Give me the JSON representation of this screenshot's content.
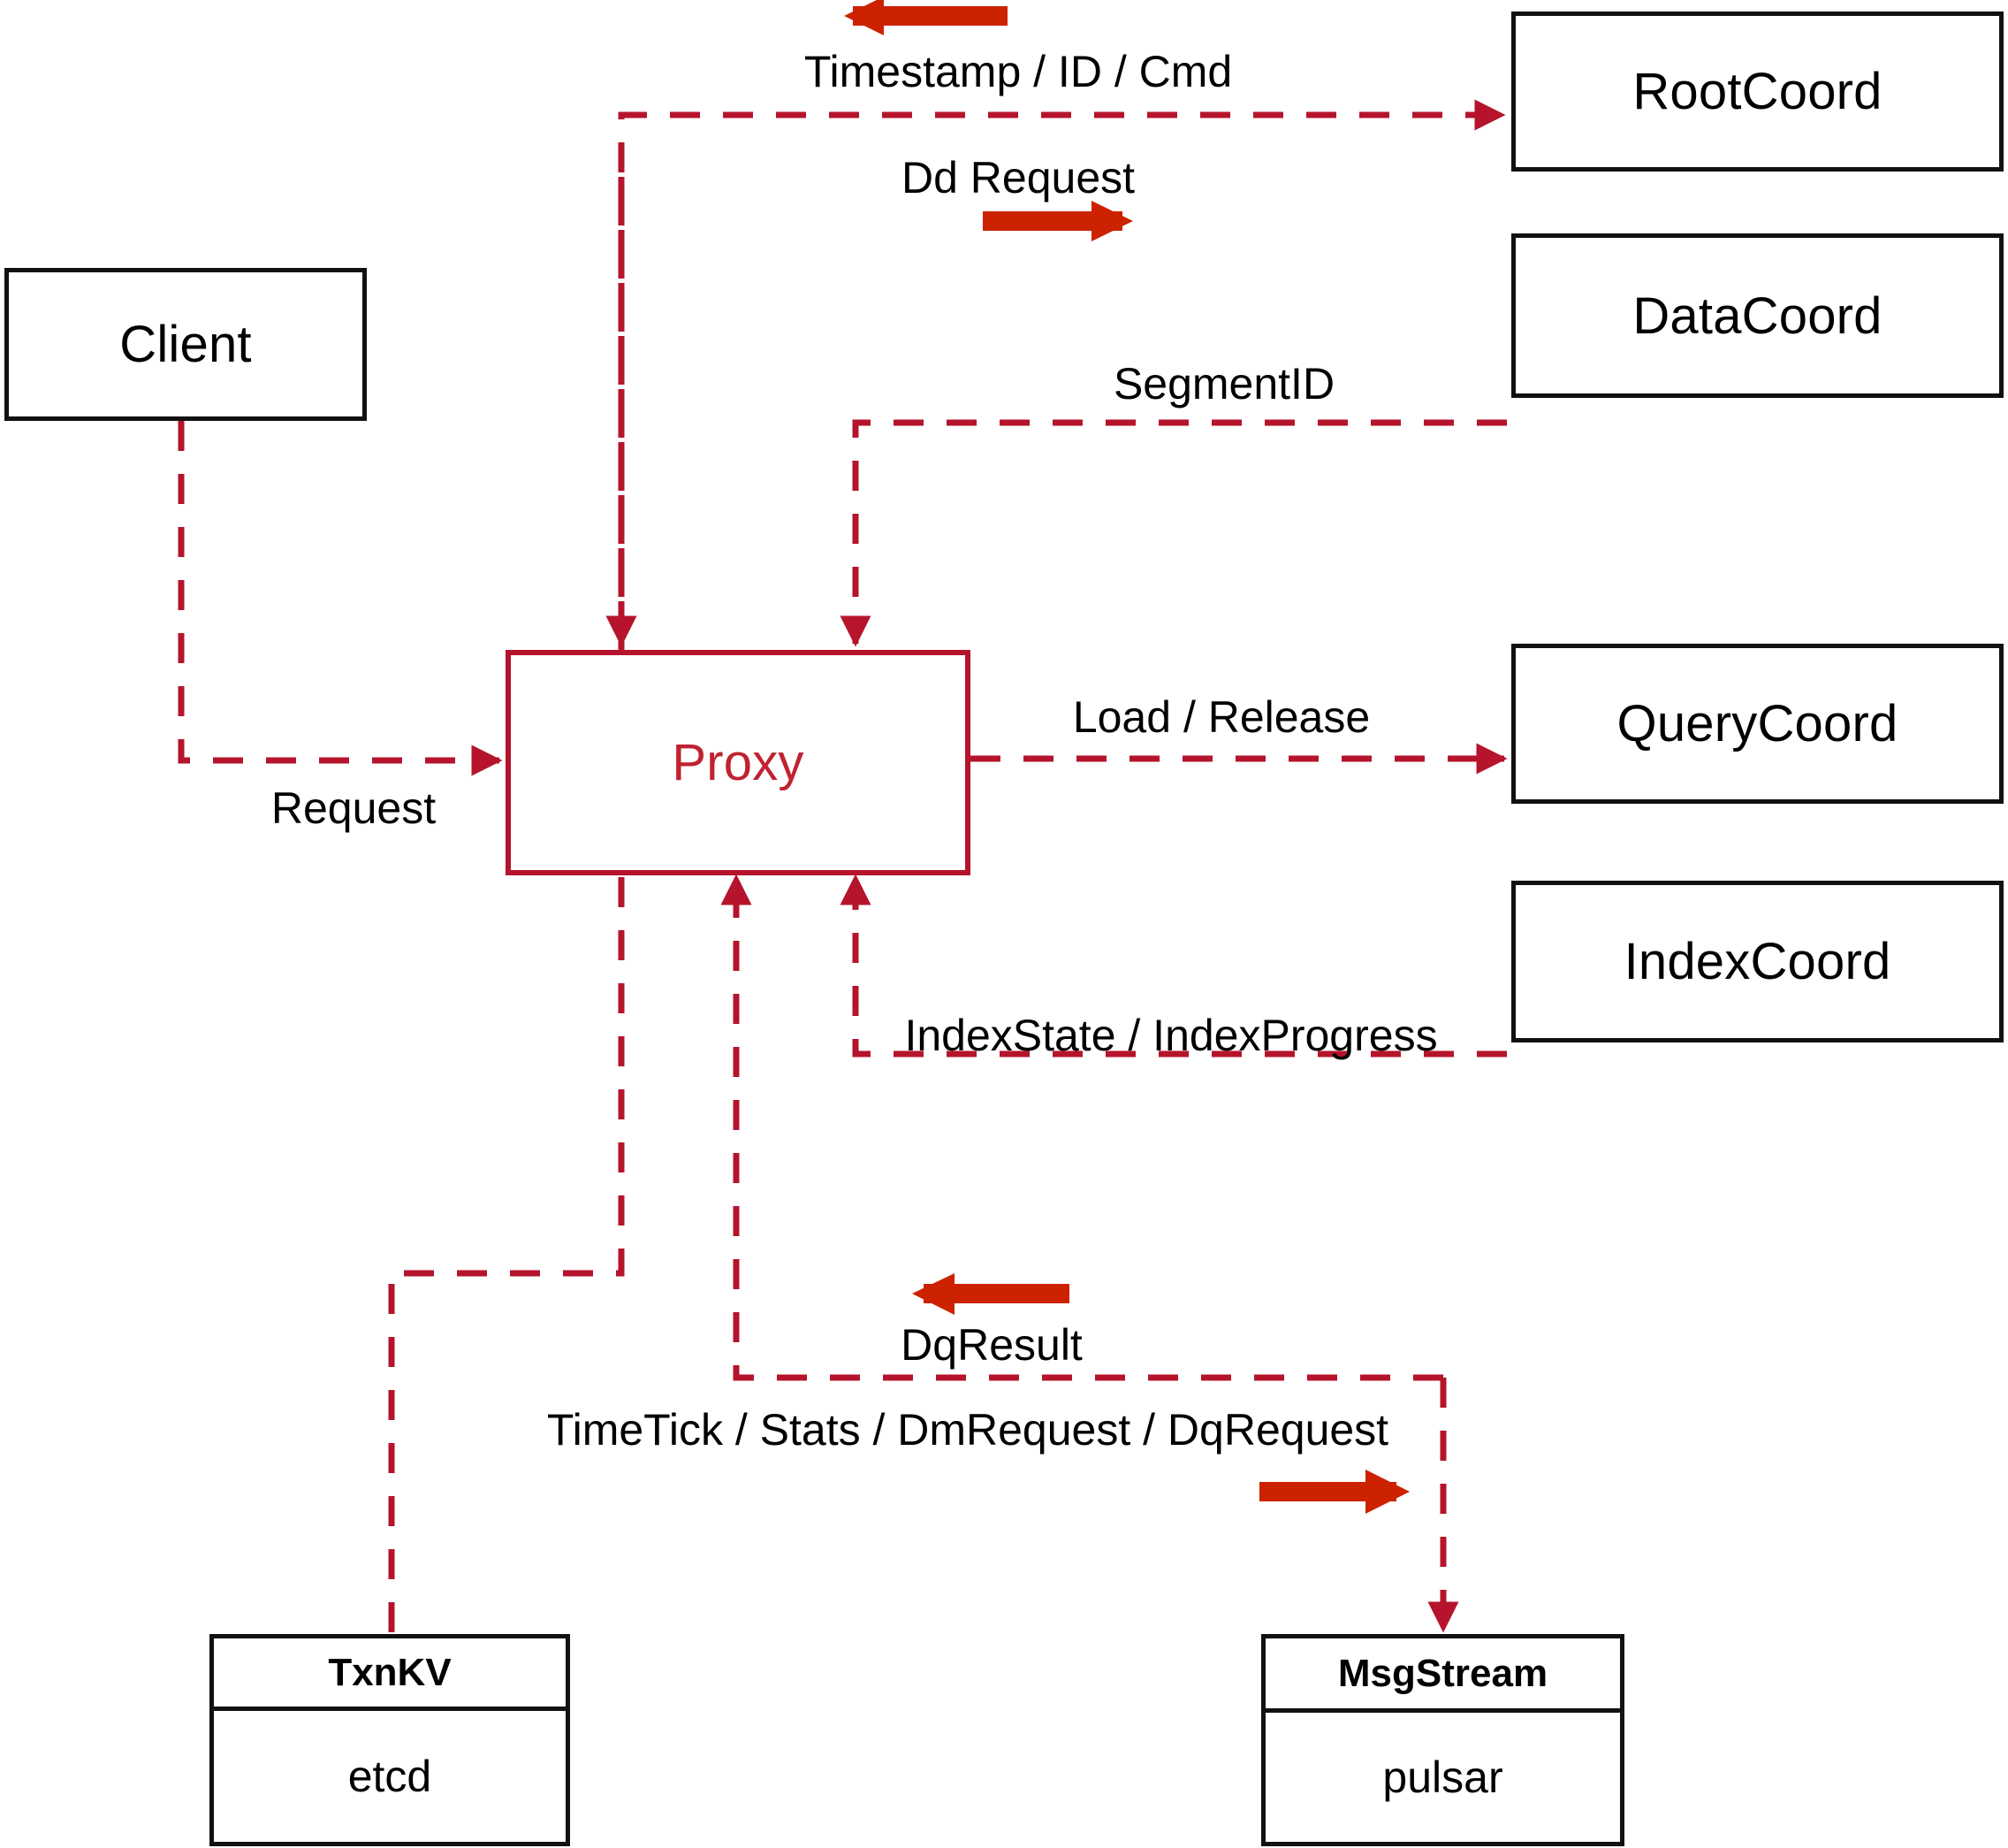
{
  "diagram": {
    "title": "Milvus Proxy interaction diagram",
    "colors": {
      "dashed_red": "#b5142c",
      "solid_arrow_red": "#cc2200",
      "node_border_black": "#111111",
      "proxy_border_red": "#b5142c",
      "proxy_text_red": "#c02231"
    }
  },
  "nodes": {
    "client": {
      "label": "Client"
    },
    "proxy": {
      "label": "Proxy"
    },
    "root_coord": {
      "label": "RootCoord"
    },
    "data_coord": {
      "label": "DataCoord"
    },
    "query_coord": {
      "label": "QueryCoord"
    },
    "index_coord": {
      "label": "IndexCoord"
    },
    "txnkv": {
      "title": "TxnKV",
      "impl": "etcd"
    },
    "msgstream": {
      "title": "MsgStream",
      "impl": "pulsar"
    }
  },
  "edges": [
    {
      "id": "timestamp-id-cmd",
      "label": "Timestamp / ID / Cmd",
      "from": "RootCoord",
      "to": "Proxy",
      "direction": "left"
    },
    {
      "id": "dd-request",
      "label": "Dd Request",
      "from": "Proxy",
      "to": "RootCoord",
      "direction": "right"
    },
    {
      "id": "segment-id",
      "label": "SegmentID",
      "from": "DataCoord",
      "to": "Proxy",
      "direction": "left"
    },
    {
      "id": "request",
      "label": "Request",
      "from": "Client",
      "to": "Proxy",
      "direction": "right"
    },
    {
      "id": "load-release",
      "label": "Load / Release",
      "from": "Proxy",
      "to": "QueryCoord",
      "direction": "right"
    },
    {
      "id": "index-state-progress",
      "label": "IndexState / IndexProgress",
      "from": "IndexCoord",
      "to": "Proxy",
      "direction": "left"
    },
    {
      "id": "dq-result",
      "label": "DqResult",
      "from": "MsgStream",
      "to": "Proxy",
      "direction": "left"
    },
    {
      "id": "timetick-stats-dm-dq",
      "label": "TimeTick / Stats / DmRequest / DqRequest",
      "from": "Proxy",
      "to": "MsgStream",
      "direction": "right"
    }
  ]
}
